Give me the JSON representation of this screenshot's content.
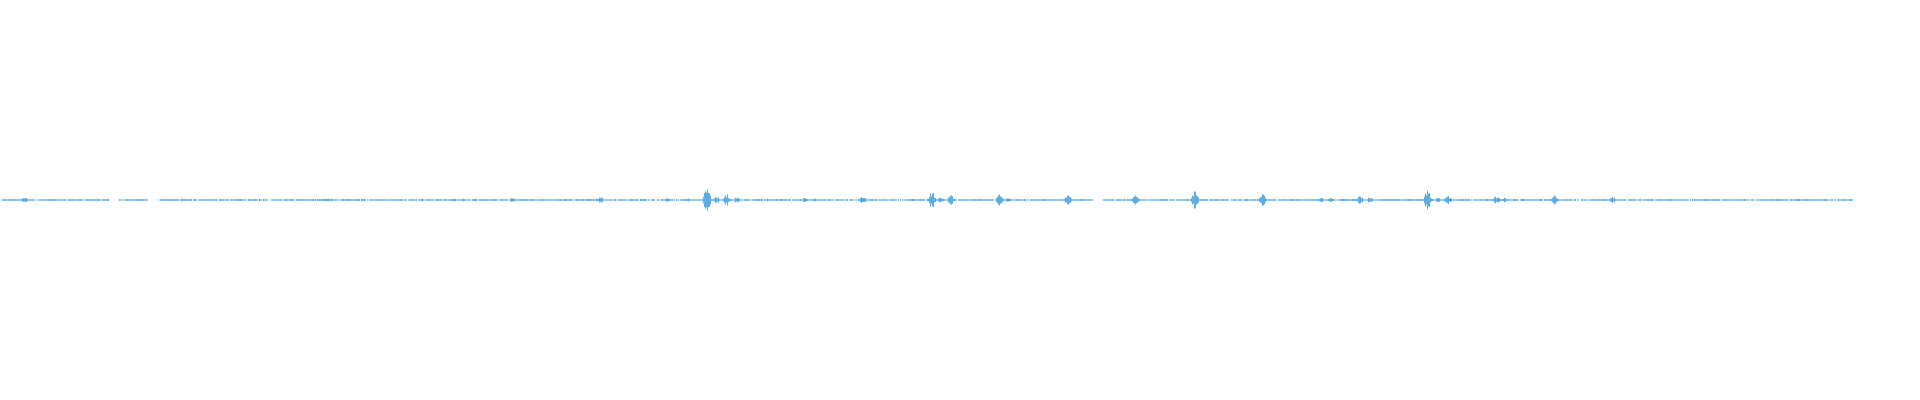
{
  "waveform": {
    "color": "#5dade2",
    "amplitude_range": [
      -1,
      1
    ],
    "envelope": [
      0.005,
      0.005,
      0.014,
      0.005,
      0.005,
      0.005,
      0.005,
      0.005,
      0.005,
      0.006,
      0.005,
      0,
      0.005,
      0.005,
      0.005,
      0,
      0.005,
      0.005,
      0.005,
      0.005,
      0.005,
      0.005,
      0.005,
      0.005,
      0.005,
      0.005,
      0.005,
      0.005,
      0.005,
      0.005,
      0.005,
      0.005,
      0.005,
      0.007,
      0.005,
      0.005,
      0.005,
      0.005,
      0.005,
      0.005,
      0.005,
      0.005,
      0.005,
      0.005,
      0.005,
      0.005,
      0.014,
      0.008,
      0.005,
      0.005,
      0.005,
      0.005,
      0.014,
      0.005,
      0.005,
      0.005,
      0.005,
      0.005,
      0.005,
      0.005,
      0.005,
      0.018,
      0.005,
      0.005,
      0.005,
      0.006,
      0.005,
      0.005,
      0.014,
      0.005,
      0.009,
      0.004,
      0.09,
      0.02,
      0.032,
      0.015,
      0.005,
      0.005,
      0.006,
      0.005,
      0.005,
      0.005,
      0.014,
      0.008,
      0.005,
      0.005,
      0.005,
      0.005,
      0.022,
      0.005,
      0.005,
      0.005,
      0.005,
      0.005,
      0.005,
      0.05,
      0.015,
      0.027,
      0.005,
      0.005,
      0.005,
      0.005,
      0.04,
      0.012,
      0.005,
      0.005,
      0.005,
      0.005,
      0.005,
      0.032,
      0.005,
      0.005,
      0,
      0.005,
      0.005,
      0.005,
      0.032,
      0.005,
      0.005,
      0.005,
      0.005,
      0.005,
      0.05,
      0.005,
      0.005,
      0.005,
      0.005,
      0.005,
      0.005,
      0.032,
      0.005,
      0.005,
      0.005,
      0.005,
      0.005,
      0.014,
      0.01,
      0.005,
      0.005,
      0.027,
      0.014,
      0.005,
      0.005,
      0.005,
      0.005,
      0.005,
      0.063,
      0.015,
      0.027,
      0.005,
      0.005,
      0.005,
      0.005,
      0.022,
      0.012,
      0.005,
      0.005,
      0.005,
      0.005,
      0.027,
      0.005,
      0.005,
      0.005,
      0.005,
      0.005,
      0.018,
      0.005,
      0.005,
      0.005,
      0.005,
      0.005,
      0.005,
      0.005,
      0.005,
      0.005,
      0.005,
      0.005,
      0.005,
      0.005,
      0.005,
      0.005,
      0.005,
      0.005,
      0.005,
      0.009,
      0.005,
      0.005,
      0.005,
      0.005,
      0.005
    ]
  }
}
